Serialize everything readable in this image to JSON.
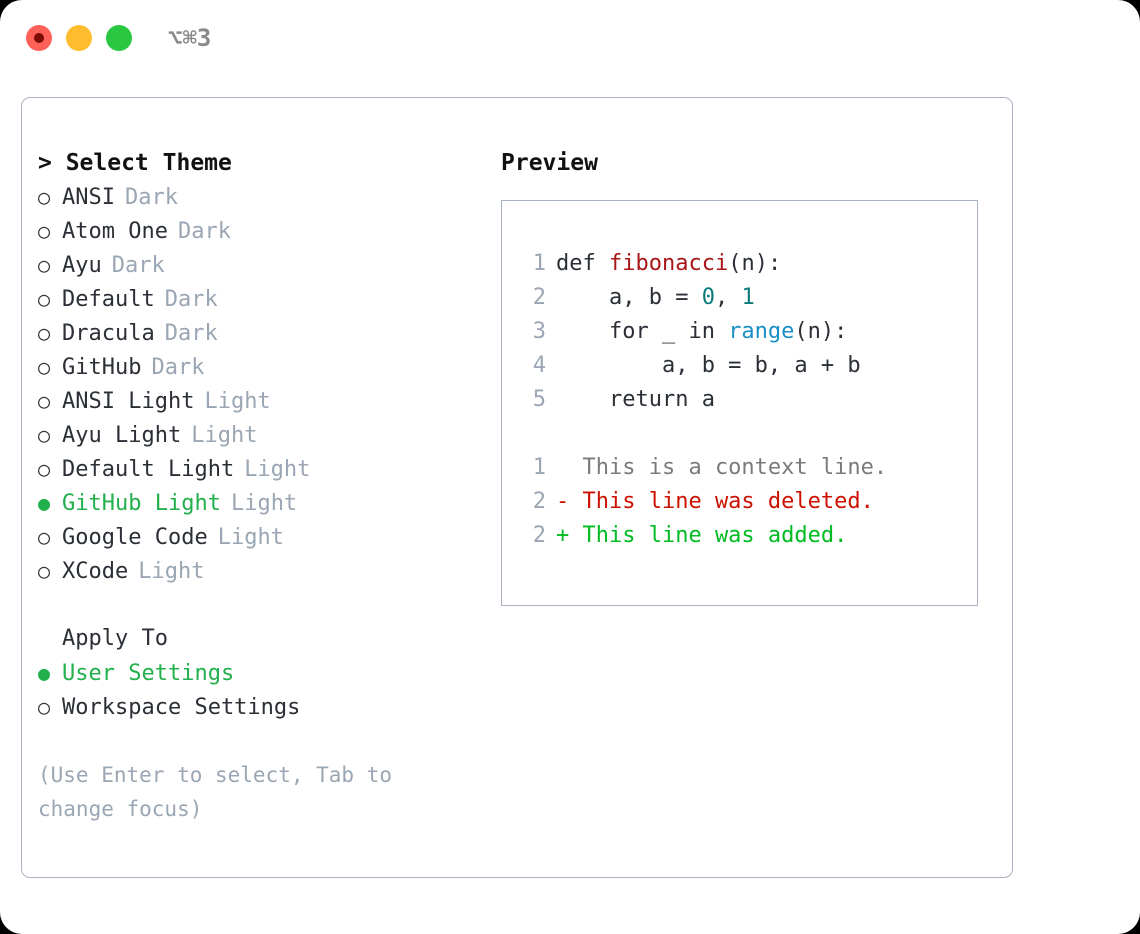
{
  "window": {
    "traffic_lights": [
      "close-red",
      "minimize-yellow",
      "maximize-green"
    ],
    "shortcut": "⌥⌘3"
  },
  "theme_picker": {
    "header": "> Select Theme",
    "bullet_unselected": "○",
    "bullet_selected": "●",
    "items": [
      {
        "name": "ANSI",
        "tag": "Dark",
        "selected": false
      },
      {
        "name": "Atom One",
        "tag": "Dark",
        "selected": false
      },
      {
        "name": "Ayu",
        "tag": "Dark",
        "selected": false
      },
      {
        "name": "Default",
        "tag": "Dark",
        "selected": false
      },
      {
        "name": "Dracula",
        "tag": "Dark",
        "selected": false
      },
      {
        "name": "GitHub",
        "tag": "Dark",
        "selected": false
      },
      {
        "name": "ANSI Light",
        "tag": "Light",
        "selected": false
      },
      {
        "name": "Ayu Light",
        "tag": "Light",
        "selected": false
      },
      {
        "name": "Default Light",
        "tag": "Light",
        "selected": false
      },
      {
        "name": "GitHub Light",
        "tag": "Light",
        "selected": true
      },
      {
        "name": "Google Code",
        "tag": "Light",
        "selected": false
      },
      {
        "name": "XCode",
        "tag": "Light",
        "selected": false
      }
    ]
  },
  "apply_to": {
    "header": "Apply To",
    "items": [
      {
        "name": "User Settings",
        "selected": true
      },
      {
        "name": "Workspace Settings",
        "selected": false
      }
    ]
  },
  "hint": "(Use Enter to select, Tab to change focus)",
  "preview": {
    "title": "Preview",
    "code_lines": [
      {
        "num": "1",
        "parts": [
          {
            "t": "def ",
            "c": "code-txt"
          },
          {
            "t": "fibonacci",
            "c": "tok-fn"
          },
          {
            "t": "(n):",
            "c": "code-txt"
          }
        ]
      },
      {
        "num": "2",
        "parts": [
          {
            "t": "    a, b = ",
            "c": "code-txt"
          },
          {
            "t": "0",
            "c": "tok-num"
          },
          {
            "t": ", ",
            "c": "code-txt"
          },
          {
            "t": "1",
            "c": "tok-num"
          }
        ]
      },
      {
        "num": "3",
        "parts": [
          {
            "t": "    for _ in ",
            "c": "code-txt"
          },
          {
            "t": "range",
            "c": "tok-call"
          },
          {
            "t": "(n):",
            "c": "code-txt"
          }
        ]
      },
      {
        "num": "4",
        "parts": [
          {
            "t": "        a, b = b, a + b",
            "c": "code-txt"
          }
        ]
      },
      {
        "num": "5",
        "parts": [
          {
            "t": "    return a",
            "c": "code-txt"
          }
        ]
      }
    ],
    "diff_lines": [
      {
        "num": "1",
        "text": "  This is a context line.",
        "cls": "diff-ctx"
      },
      {
        "num": "2",
        "text": "- This line was deleted.",
        "cls": "diff-del"
      },
      {
        "num": "2",
        "text": "+ This line was added.",
        "cls": "diff-add"
      }
    ]
  },
  "colors": {
    "accent_green": "#21b04b",
    "muted": "#9aa6b4",
    "text": "#2b2f36",
    "border": "#aab3c0",
    "keyword_fn": "#a81616",
    "number": "#0b7a7a",
    "call": "#1a8fc7",
    "diff_added": "#00bb22",
    "diff_deleted": "#cc1100"
  }
}
